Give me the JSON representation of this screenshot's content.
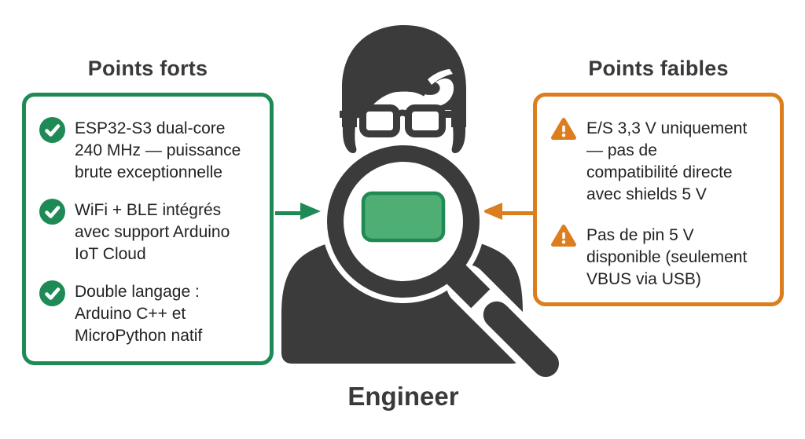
{
  "colors": {
    "background": "#FFFFFF",
    "green": "#1E8A56",
    "orange": "#DC7E1E",
    "dark": "#3B3B3B",
    "chip_fill": "#4FAE74",
    "chip_border": "#1F8A52",
    "title_text": "#3A3A3A",
    "body_text": "#232323"
  },
  "left_panel": {
    "title": "Points forts",
    "items": [
      {
        "icon": "check-circle-icon",
        "text": "ESP32-S3 dual-core\n240 MHz — puissance\nbrute exceptionnelle"
      },
      {
        "icon": "check-circle-icon",
        "text": "WiFi + BLE intégrés\navec support Arduino\nIoT Cloud"
      },
      {
        "icon": "check-circle-icon",
        "text": "Double langage :\nArduino C++ et\nMicroPython natif"
      }
    ]
  },
  "right_panel": {
    "title": "Points faibles",
    "items": [
      {
        "icon": "warning-triangle-icon",
        "text": "E/S 3,3 V uniquement\n— pas de\ncompatibilité directe\navec shields 5 V"
      },
      {
        "icon": "warning-triangle-icon",
        "text": "Pas de pin 5 V\ndisponible (seulement\nVBUS via USB)"
      }
    ]
  },
  "center_figure": {
    "label": "Engineer",
    "icon": "engineer-with-magnifier-icon",
    "board_icon": "green-dev-board-icon"
  }
}
